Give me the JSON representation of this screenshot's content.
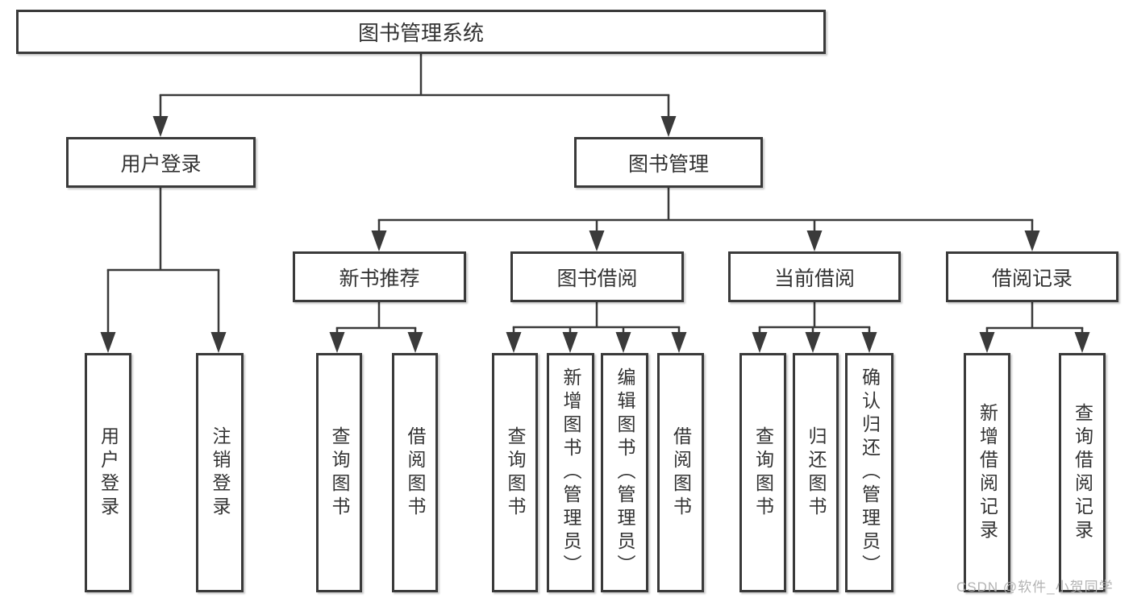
{
  "diagram_title": "图书管理系统",
  "tree": {
    "label": "图书管理系统",
    "children": [
      {
        "label": "用户登录",
        "children": [
          {
            "label": "用户登录"
          },
          {
            "label": "注销登录"
          }
        ]
      },
      {
        "label": "图书管理",
        "children": [
          {
            "label": "新书推荐",
            "children": [
              {
                "label": "查询图书"
              },
              {
                "label": "借阅图书"
              }
            ]
          },
          {
            "label": "图书借阅",
            "children": [
              {
                "label": "查询图书"
              },
              {
                "label": "新增图书（管理员）"
              },
              {
                "label": "编辑图书（管理员）"
              },
              {
                "label": "借阅图书"
              }
            ]
          },
          {
            "label": "当前借阅",
            "children": [
              {
                "label": "查询图书"
              },
              {
                "label": "归还图书"
              },
              {
                "label": "确认归还（管理员）"
              }
            ]
          },
          {
            "label": "借阅记录",
            "children": [
              {
                "label": "新增借阅记录"
              },
              {
                "label": "查询借阅记录"
              }
            ]
          }
        ]
      }
    ]
  },
  "watermark": "CSDN @软件_小贺同学",
  "colors": {
    "line": "#3a3a3a",
    "text": "#333333",
    "background": "#ffffff",
    "watermark": "#afafaf"
  }
}
